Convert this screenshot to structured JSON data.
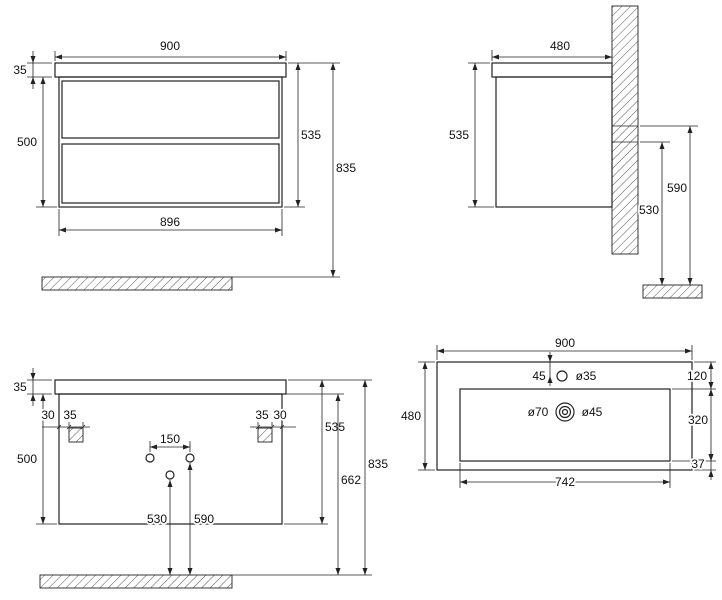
{
  "colors": {
    "line": "#222222",
    "text": "#111111",
    "background": "#ffffff"
  },
  "views": {
    "front": {
      "width_top": "900",
      "top_thickness": "35",
      "carcass_height": "500",
      "total_height": "535",
      "install_height": "835",
      "width_bottom": "896"
    },
    "side": {
      "depth": "480",
      "total_height": "535",
      "outlet_upper": "590",
      "outlet_lower": "530"
    },
    "rear": {
      "top_thickness": "35",
      "bracket_gap_left": "30",
      "bracket_width_left": "35",
      "bracket_width_right": "35",
      "bracket_gap_right": "30",
      "hole_spacing": "150",
      "carcass_height": "500",
      "total_height": "535",
      "under_top_height": "662",
      "install_height": "835",
      "outlet_lower": "530",
      "outlet_upper": "590"
    },
    "top": {
      "width": "900",
      "faucet_offset": "45",
      "faucet_dia": "ø35",
      "back_ledge": "120",
      "depth": "480",
      "drain_outer": "ø70",
      "drain_inner": "ø45",
      "basin_depth": "320",
      "front_ledge": "37",
      "basin_width": "742"
    }
  }
}
